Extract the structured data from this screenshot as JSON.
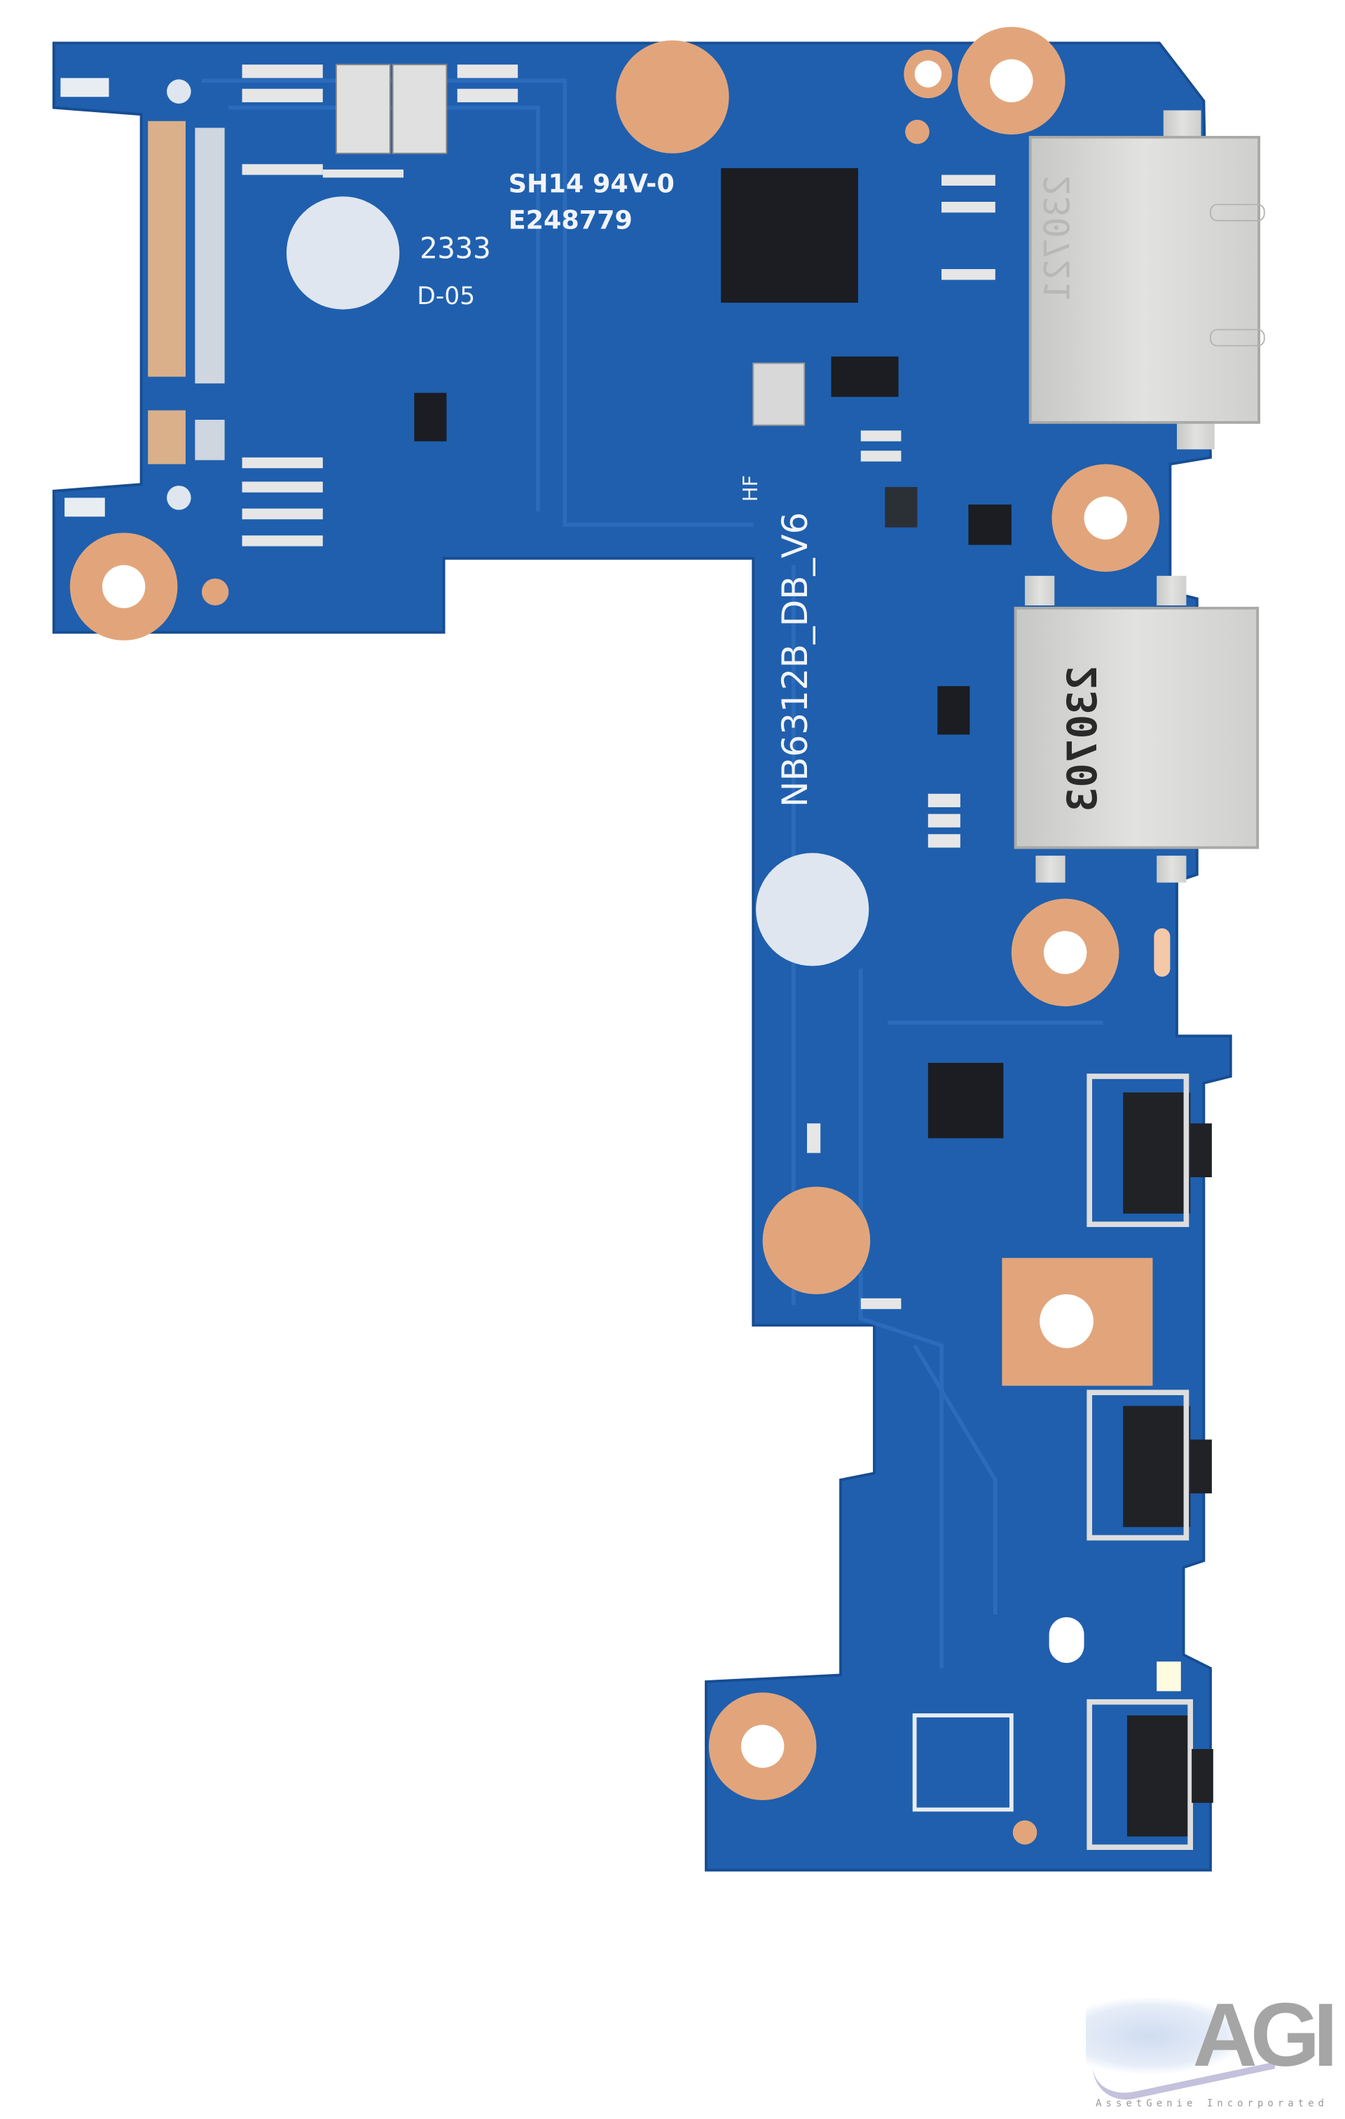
{
  "board": {
    "model": "NB6312B_DB_V6",
    "hf_mark": "HF",
    "ul_rating": "SH14 94V-0",
    "ul_file": "E248779",
    "date_code": "2333",
    "revision": "D-05",
    "usb_c_marking": "230721",
    "usb_a_marking": "230703"
  },
  "colors": {
    "pcb": "#1f5fae",
    "copper": "#e2a57b",
    "metal": "#d4d4d2"
  },
  "watermark": {
    "logo": "AGI",
    "company": "AssetGenie Incorporated"
  }
}
